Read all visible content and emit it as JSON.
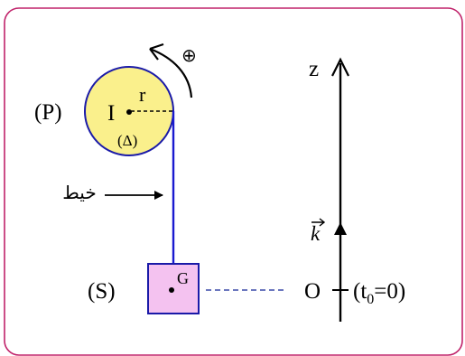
{
  "pulley": {
    "label": "(P)",
    "center_label": "I",
    "radius_label": "r",
    "axis_label": "(Δ)",
    "fill_color": "#faf08c",
    "stroke_color": "#1a1aa8"
  },
  "rotation": {
    "positive_symbol": "⊕"
  },
  "string": {
    "label": "خيط",
    "color": "#1a1ad0"
  },
  "solid": {
    "label": "(S)",
    "center_label": "G",
    "fill_color": "#f4c2f0",
    "stroke_color": "#1a1aa8"
  },
  "axis": {
    "name": "z",
    "unit_vector_label": "k",
    "origin_label": "O",
    "time_label_open": "(t",
    "time_label_sub": "0",
    "time_label_close": "=0)"
  },
  "frame": {
    "border_color": "#c0226a"
  }
}
